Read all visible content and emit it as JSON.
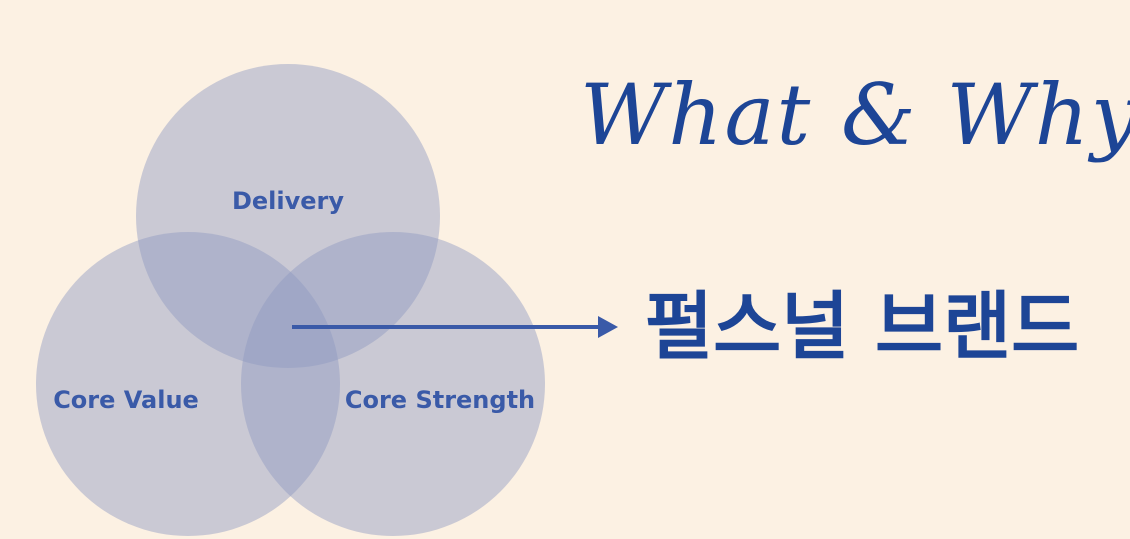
{
  "heading": "What & Why",
  "result_label": "펄스널 브랜드",
  "diagram": {
    "circles": [
      {
        "label": "Delivery"
      },
      {
        "label": "Core Value"
      },
      {
        "label": "Core Strength"
      }
    ],
    "intersection_arrow_target": "펄스널 브랜드"
  },
  "colors": {
    "background": "#fcf1e3",
    "circle_fill": "#8d9ac0",
    "label_text": "#3a5aa8",
    "heading_text": "#1d4596",
    "arrow": "#3a5aa8"
  }
}
